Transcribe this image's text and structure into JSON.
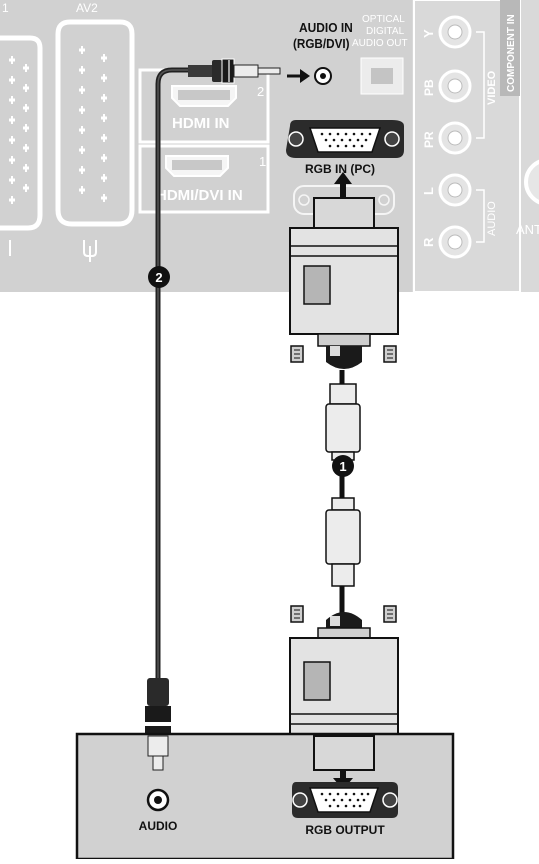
{
  "tv_panel": {
    "colors": {
      "panel": "#d1d1d1",
      "port_outline": "#ffffff",
      "label": "#ffffff",
      "dark": "#111111"
    },
    "scart_labels": [
      "1",
      "AV2"
    ],
    "hdmi_1_label": "HDMI IN",
    "hdmi_1_number": "2",
    "hdmi_2_label": "HDMI/DVI IN",
    "hdmi_2_number": "1",
    "audio_in_label_line1": "AUDIO IN",
    "audio_in_label_line2": "(RGB/DVI)",
    "optical_label_line1": "OPTICAL",
    "optical_label_line2": "DIGITAL",
    "optical_label_line3": "AUDIO OUT",
    "rgb_in_label": "RGB IN (PC)",
    "component_label": "COMPONENT IN",
    "component_jacks": [
      "Y",
      "PB",
      "PR",
      "L",
      "R"
    ],
    "video_label": "VIDEO",
    "audio_group_label": "AUDIO",
    "antenna_label": "ANT"
  },
  "callouts": {
    "vga_cable": "1",
    "audio_cable": "2"
  },
  "source_device": {
    "audio_label": "AUDIO",
    "rgb_output_label": "RGB OUTPUT"
  }
}
